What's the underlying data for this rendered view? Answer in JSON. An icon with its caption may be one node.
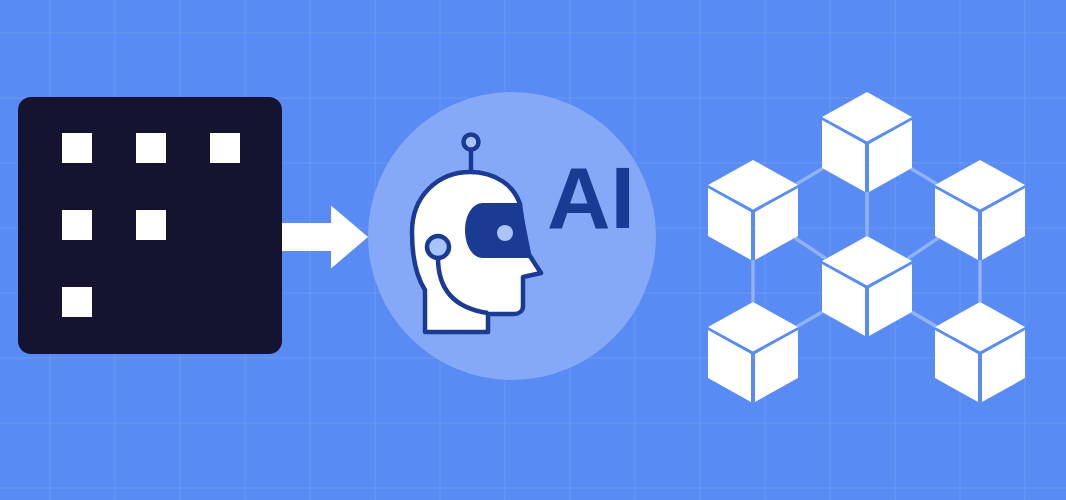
{
  "diagram": {
    "nodes": [
      {
        "text": [],
        "shape": "box"
      },
      {
        "text": [
          "AI"
        ]
      },
      {
        "text": [],
        "shape": "cube"
      },
      {
        "text": [],
        "shape": "cube"
      },
      {
        "text": [],
        "shape": "cube"
      },
      {
        "text": [],
        "shape": "cube"
      },
      {
        "text": [],
        "shape": "cube"
      },
      {
        "text": [],
        "shape": "cube"
      }
    ],
    "edges": [
      {
        "from": 0,
        "to": 1,
        "arrow": "to",
        "style": "thick",
        "color": "#ffffff"
      },
      {
        "from": 2,
        "to": 3,
        "arrow": "none"
      },
      {
        "from": 2,
        "to": 4,
        "arrow": "none"
      },
      {
        "from": 2,
        "to": 5,
        "arrow": "none"
      },
      {
        "from": 3,
        "to": 5,
        "arrow": "none"
      },
      {
        "from": 4,
        "to": 5,
        "arrow": "none"
      },
      {
        "from": 3,
        "to": 6,
        "arrow": "none"
      },
      {
        "from": 4,
        "to": 7,
        "arrow": "none"
      },
      {
        "from": 5,
        "to": 6,
        "arrow": "none"
      },
      {
        "from": 5,
        "to": 7,
        "arrow": "none"
      }
    ]
  }
}
